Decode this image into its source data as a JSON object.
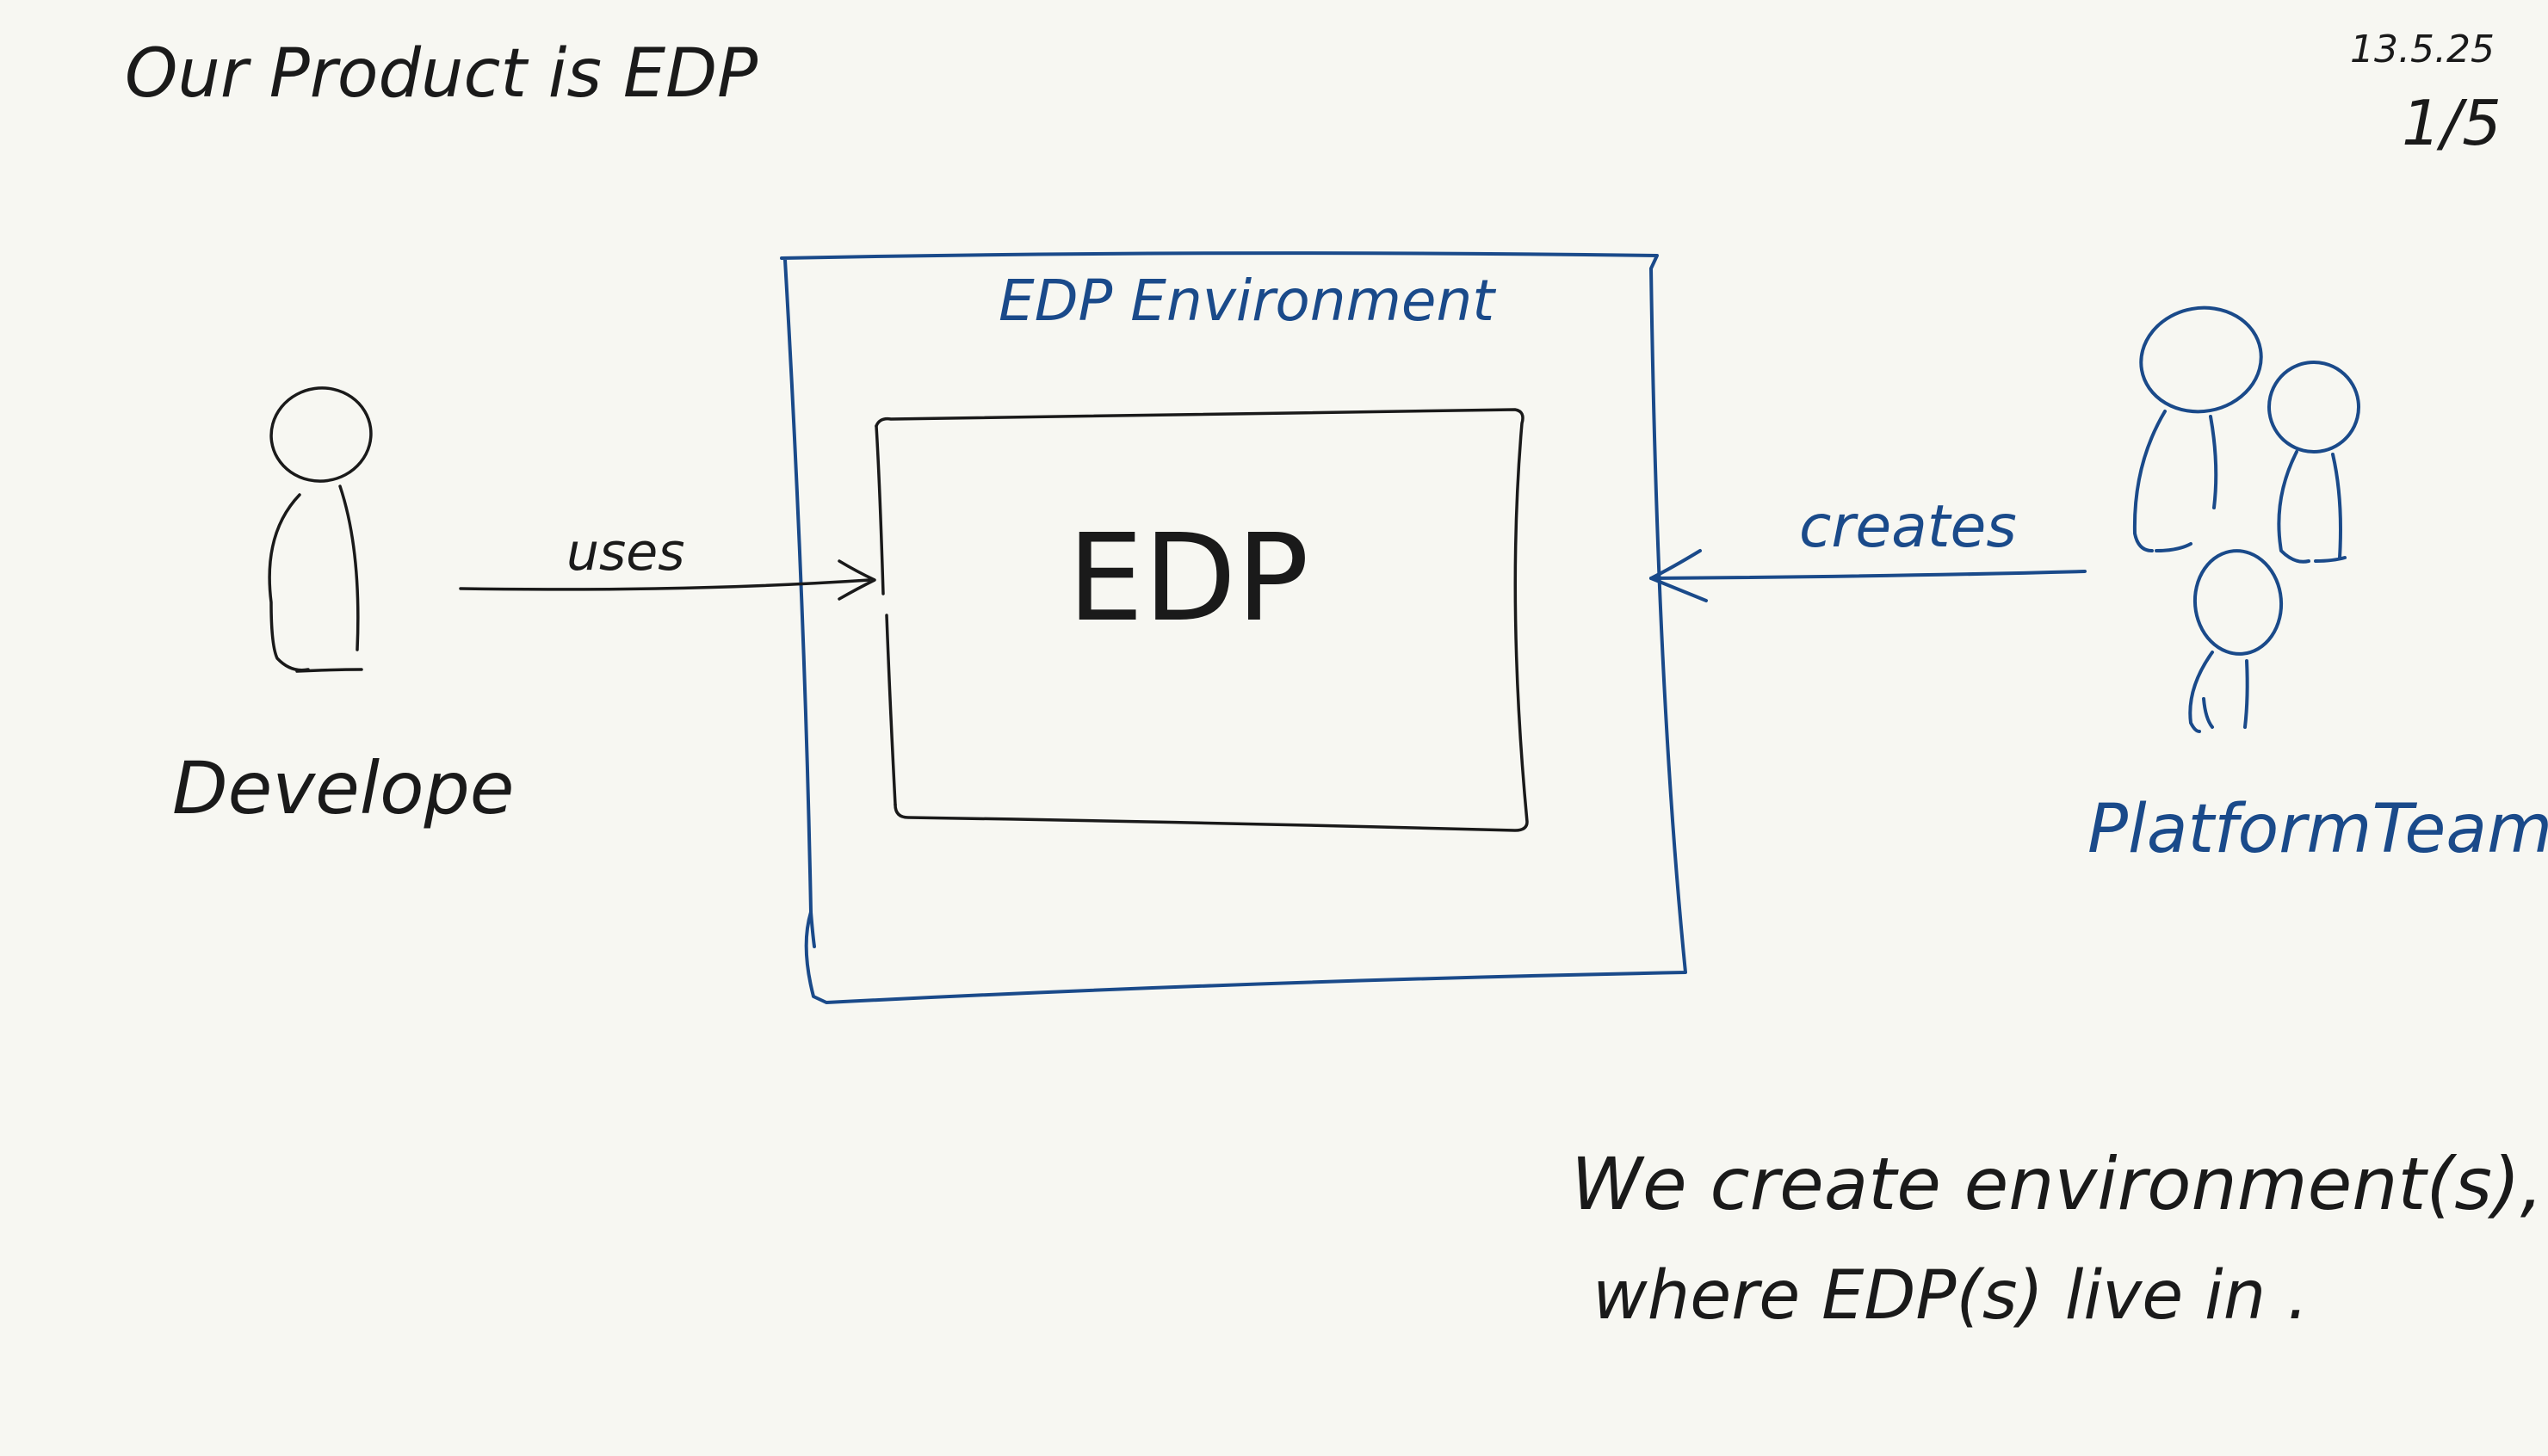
{
  "title": "Our Product is EDP",
  "date": "13.5.25",
  "page": "1/5",
  "outer_box_label": "EDP Environment",
  "inner_box_label": "EDP",
  "developer_label": "Develope",
  "team_label": "PlatformTeam",
  "uses_label": "uses",
  "creates_label": "creates",
  "note_line1": "We create environment(s),",
  "note_line2": "where EDP(s) live in .",
  "colors": {
    "ink": "#1a1a1a",
    "blue_ink": "#1a4a8a",
    "paper": "#f7f7f2"
  }
}
